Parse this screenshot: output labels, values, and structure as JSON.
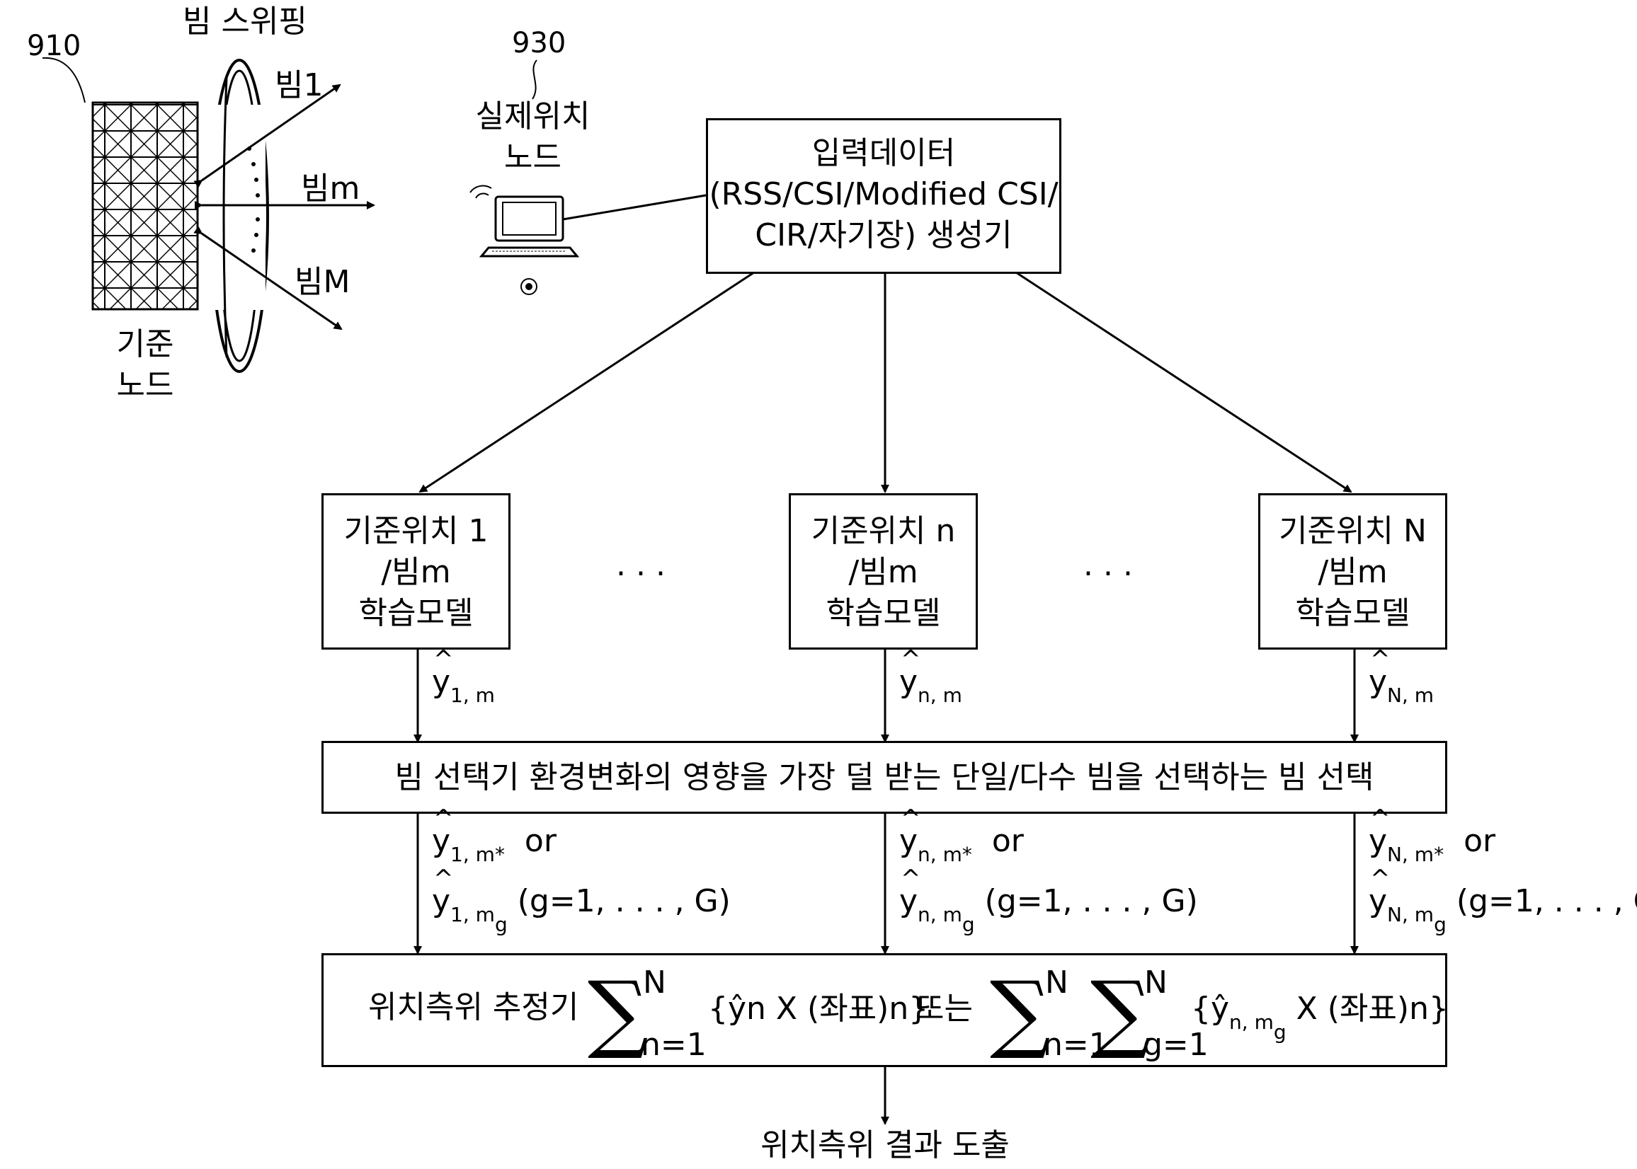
{
  "top": {
    "ref_910": "910",
    "ref_930": "930",
    "beam_sweeping": "빔 스위핑",
    "beam_1": "빔1",
    "beam_m": "빔m",
    "beam_M": "빔M",
    "base_node_1": "기준",
    "base_node_2": "노드",
    "actual_node_1": "실제위치",
    "actual_node_2": "노드"
  },
  "generator": {
    "line1": "입력데이터",
    "line2": "(RSS/CSI/Modified CSI/",
    "line3": "CIR/자기장) 생성기"
  },
  "models": [
    {
      "line1": "기준위치 1",
      "line2": "/빔m",
      "line3": "학습모델",
      "yhat": "y",
      "sub": "1, m",
      "star_sub": "1, m*",
      "g_sub": "1, m",
      "g_subsub": "g"
    },
    {
      "line1": "기준위치 n",
      "line2": "/빔m",
      "line3": "학습모델",
      "yhat": "y",
      "sub": "n, m",
      "star_sub": "n, m*",
      "g_sub": "n, m",
      "g_subsub": "g"
    },
    {
      "line1": "기준위치 N",
      "line2": "/빔m",
      "line3": "학습모델",
      "yhat": "y",
      "sub": "N, m",
      "star_sub": "N, m*",
      "g_sub": "N, m",
      "g_subsub": "g"
    }
  ],
  "dots": ". . .",
  "or_text": "or",
  "g_range": "(g=1, . . . , G)",
  "selector": {
    "text": "빔 선택기 환경변화의 영향을 가장 덜 받는 단일/다수 빔을 선택하는 빔 선택"
  },
  "estimator": {
    "label": "위치측위 추정기",
    "sum_upper": "N",
    "sum1_lower": "n=1",
    "term1": "{ŷn X (좌표)n}",
    "or_korean": "또는",
    "sum2_lower": "n=1",
    "sum3_lower": "g=1",
    "term2_prefix": "{ŷ",
    "term2_sub": "n, m",
    "term2_subsub": "g",
    "term2_suffix": "X (좌표)n}"
  },
  "result": "위치측위 결과 도출"
}
